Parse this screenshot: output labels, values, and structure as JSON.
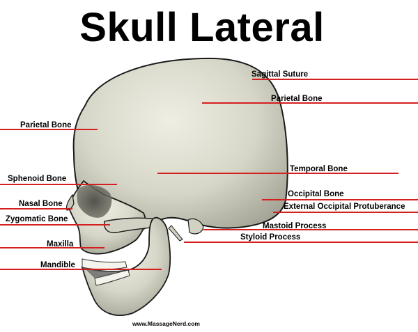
{
  "title": "Skull Lateral",
  "footer": "www.MassageNerd.com",
  "colors": {
    "leader_line": "#d51f1f",
    "bone": "#d9d9cc",
    "outline": "#1a1a1a"
  },
  "labels": {
    "sagittal_suture": "Sagittal Suture",
    "parietal_bone_right": "Parietal Bone",
    "parietal_bone_left": "Parietal Bone",
    "temporal_bone": "Temporal Bone",
    "sphenoid_bone": "Sphenoid Bone",
    "occipital_bone": "Occipital Bone",
    "external_occipital_protuberance": "External Occipital Protuberance",
    "nasal_bone": "Nasal Bone",
    "zygomatic_bone": "Zygomatic Bone",
    "mastoid_process": "Mastoid Process",
    "styloid_process": "Styloid Process",
    "maxilla": "Maxilla",
    "mandible": "Mandible"
  }
}
